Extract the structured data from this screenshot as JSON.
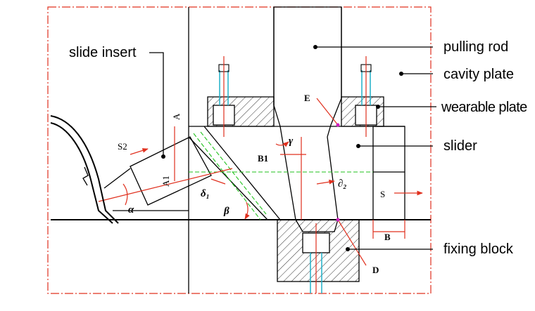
{
  "labels": {
    "pulling_rod": "pulling rod",
    "cavity_plate": "cavity plate",
    "wearable_plate": "wearable plate",
    "slider": "slider",
    "slide_insert": "slide insert",
    "fixing_block": "fixing block"
  },
  "dims": {
    "S2": "S2",
    "A_top": "A",
    "A1": "A1",
    "B1": "B1",
    "S": "S",
    "B": "B",
    "E": "E",
    "D": "D",
    "alpha": "α",
    "beta": "β",
    "gamma": "γ",
    "delta1": "δ₁",
    "delta2": "∂₂"
  },
  "colors": {
    "outline": "#000000",
    "centerline": "#e0301e",
    "guide": "#22c21e",
    "bolt": "#1fb0c8",
    "point": "#d020c0"
  }
}
